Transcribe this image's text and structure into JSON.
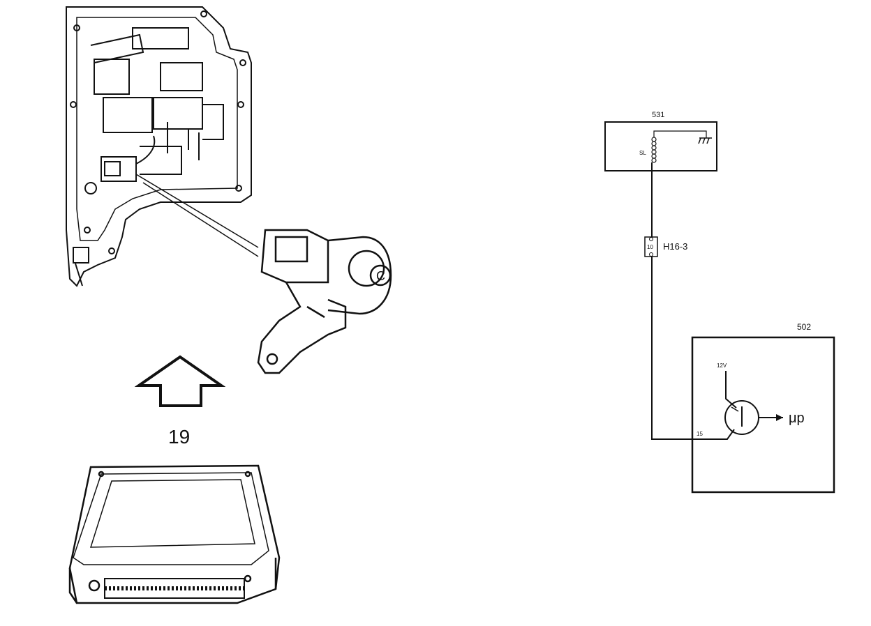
{
  "figure": {
    "step_number": "19",
    "components": {
      "solenoid_unit": {
        "label": "531",
        "coil_label": "SL"
      },
      "connector": {
        "label": "H16-3",
        "pin_label": "10"
      },
      "ecu": {
        "label": "502",
        "supply_label": "12V",
        "terminal_label": "15",
        "output_label": "μp"
      }
    }
  },
  "colors": {
    "ink": "#111111",
    "paper": "#ffffff"
  }
}
